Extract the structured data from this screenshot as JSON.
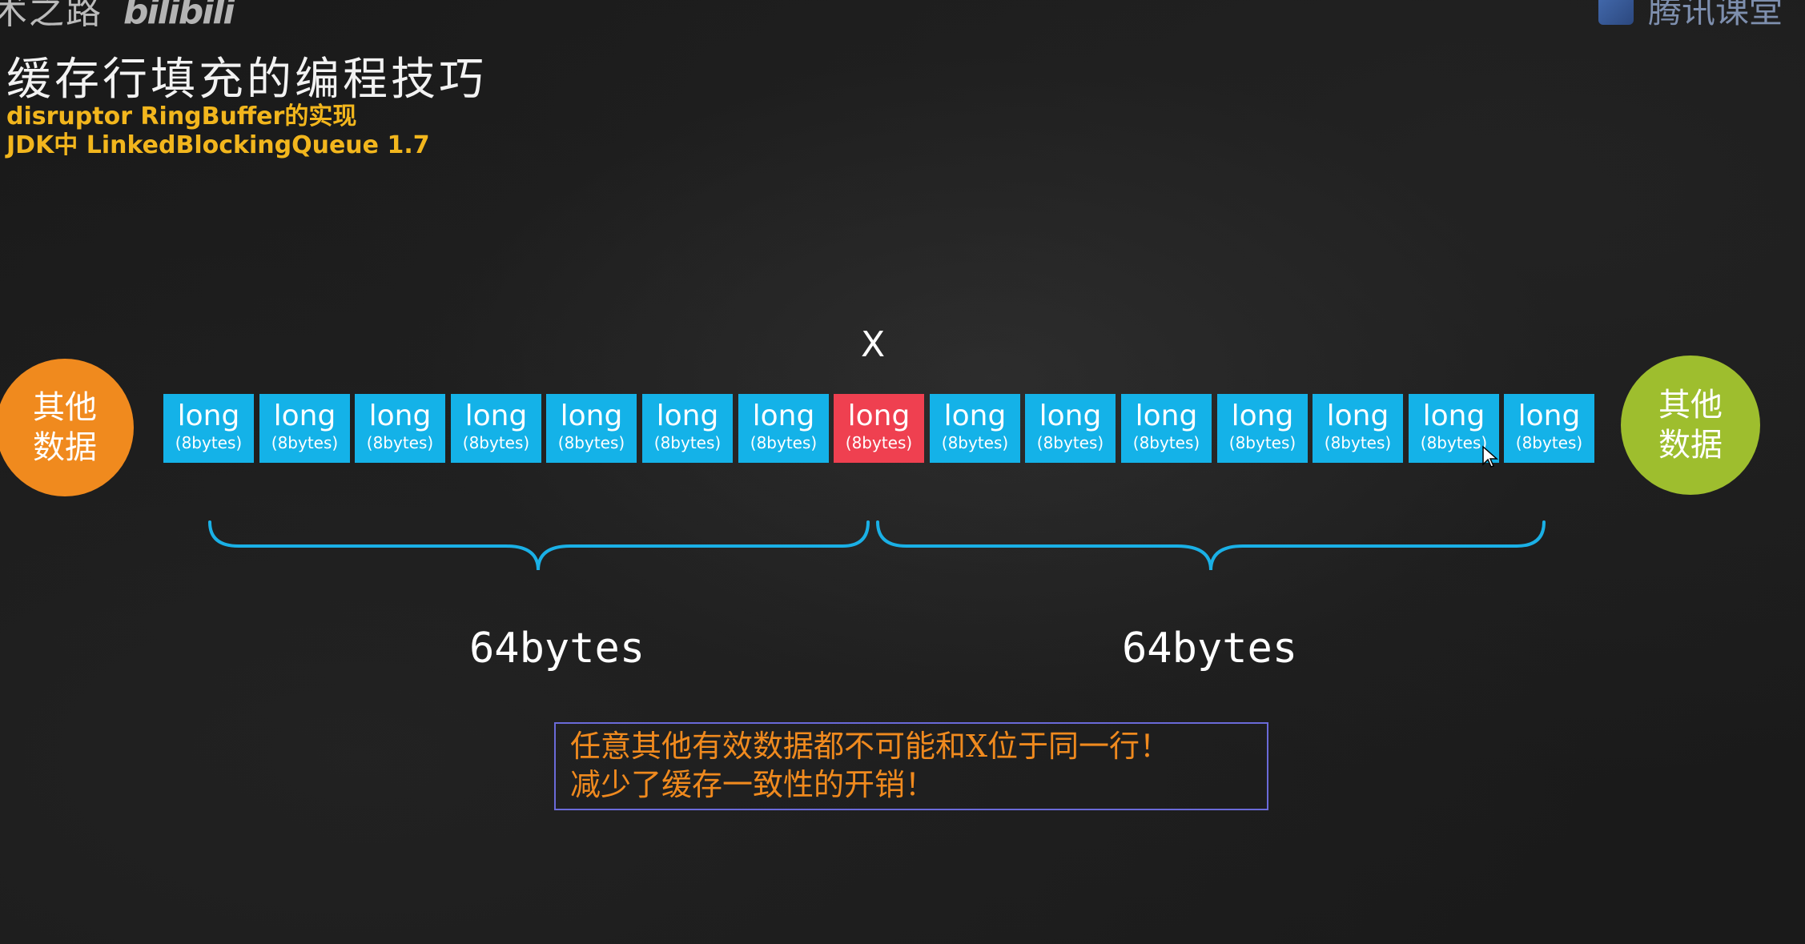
{
  "watermark": {
    "left_text": "术之路",
    "left_logo": "bilibili",
    "right_text": "腾讯课堂",
    "right_logo_icon": "tencent-classroom-icon"
  },
  "heading": {
    "title": "缓存行填充的编程技巧",
    "line1": "disruptor RingBuffer的实现",
    "line2": "JDK中 LinkedBlockingQueue 1.7"
  },
  "diagram": {
    "marker_label": "X",
    "left_node": "其他数据",
    "right_node": "其他数据",
    "cells": [
      {
        "label": "long",
        "sub": "(8bytes)",
        "highlight": false
      },
      {
        "label": "long",
        "sub": "(8bytes)",
        "highlight": false
      },
      {
        "label": "long",
        "sub": "(8bytes)",
        "highlight": false
      },
      {
        "label": "long",
        "sub": "(8bytes)",
        "highlight": false
      },
      {
        "label": "long",
        "sub": "(8bytes)",
        "highlight": false
      },
      {
        "label": "long",
        "sub": "(8bytes)",
        "highlight": false
      },
      {
        "label": "long",
        "sub": "(8bytes)",
        "highlight": false
      },
      {
        "label": "long",
        "sub": "(8bytes)",
        "highlight": true
      },
      {
        "label": "long",
        "sub": "(8bytes)",
        "highlight": false
      },
      {
        "label": "long",
        "sub": "(8bytes)",
        "highlight": false
      },
      {
        "label": "long",
        "sub": "(8bytes)",
        "highlight": false
      },
      {
        "label": "long",
        "sub": "(8bytes)",
        "highlight": false
      },
      {
        "label": "long",
        "sub": "(8bytes)",
        "highlight": false
      },
      {
        "label": "long",
        "sub": "(8bytes)",
        "highlight": false
      },
      {
        "label": "long",
        "sub": "(8bytes)",
        "highlight": false
      }
    ],
    "brace_left_label": "64bytes",
    "brace_right_label": "64bytes",
    "colors": {
      "cell": "#14b2e8",
      "highlight": "#ef4050",
      "left_node": "#f08a1e",
      "right_node": "#9ebe2e",
      "brace": "#1ab0e6"
    }
  },
  "note": {
    "line1": "任意其他有效数据都不可能和X位于同一行！",
    "line2": "减少了缓存一致性的开销！"
  }
}
